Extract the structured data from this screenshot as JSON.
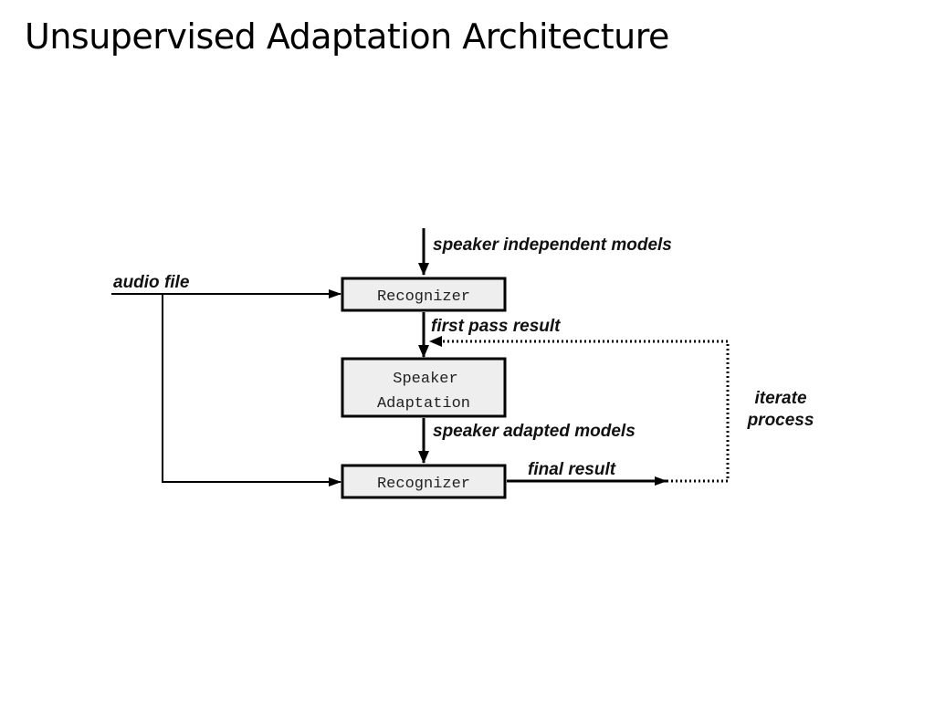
{
  "slide": {
    "title": "Unsupervised Adaptation Architecture"
  },
  "diagram": {
    "nodes": {
      "recognizer_top": "Recognizer",
      "speaker_adaptation_line1": "Speaker",
      "speaker_adaptation_line2": "Adaptation",
      "recognizer_bottom": "Recognizer"
    },
    "edge_labels": {
      "speaker_independent_models": "speaker independent models",
      "audio_file": "audio file",
      "first_pass_result": "first pass result",
      "speaker_adapted_models": "speaker adapted models",
      "final_result": "final result",
      "iterate_line1": "iterate",
      "iterate_line2": "process"
    },
    "colors": {
      "box_fill": "#eeeeee",
      "line": "#000000"
    }
  }
}
